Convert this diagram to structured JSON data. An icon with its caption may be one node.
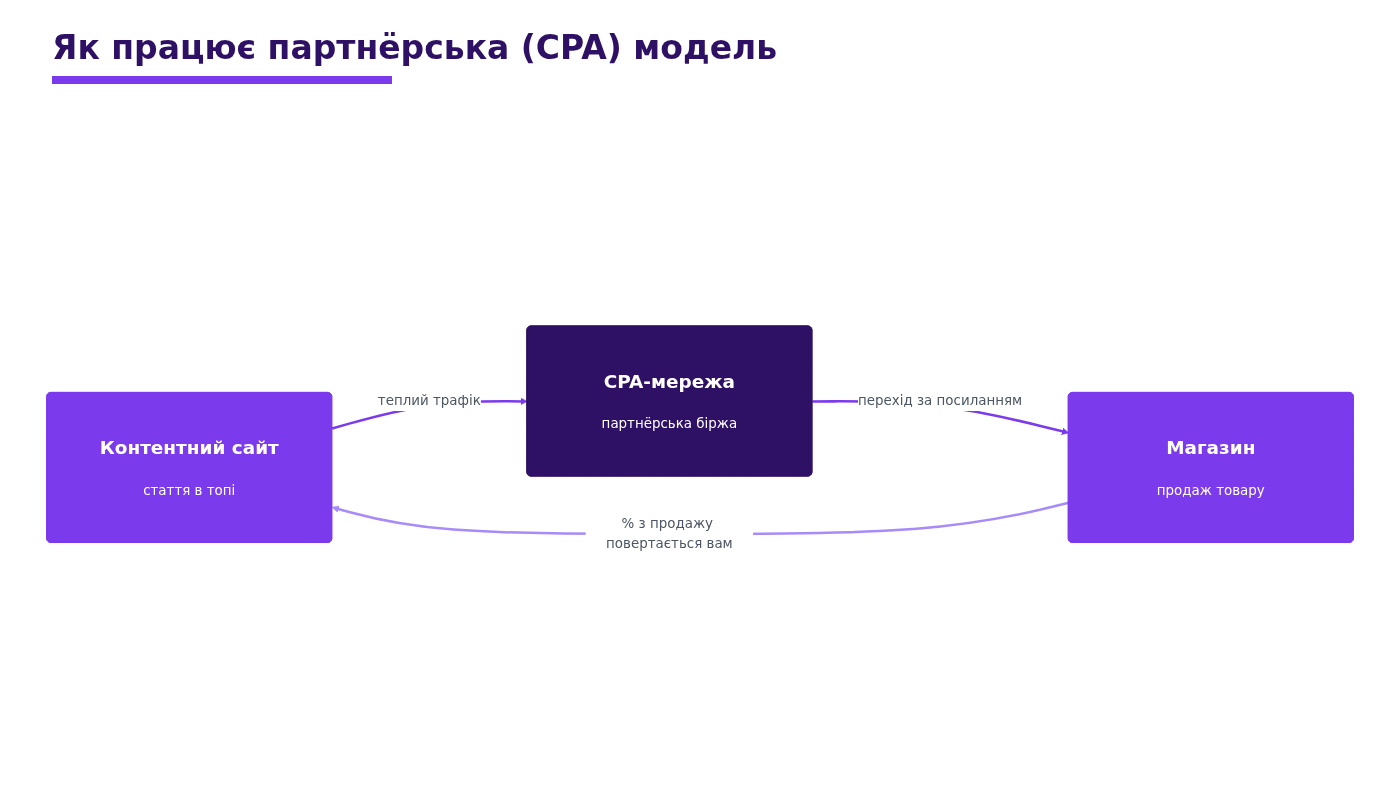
{
  "diagram": {
    "title": "Як працює партнёрська (CPA) модель",
    "nodes": [
      {
        "text": [
          "Контентний сайт",
          "стаття в топі"
        ]
      },
      {
        "text": [
          "CPA-мережа",
          "партнёрська біржа"
        ]
      },
      {
        "text": [
          "Магазин",
          "продаж товару"
        ]
      }
    ],
    "edges": [
      {
        "from": 0,
        "to": 1,
        "arrow": "to",
        "label": "теплий трафік"
      },
      {
        "from": 1,
        "to": 2,
        "arrow": "to",
        "label": "перехід за посиланням"
      },
      {
        "from": 2,
        "to": 0,
        "arrow": "to",
        "label": "% з продажу повертається вам",
        "color": "#a78bfa"
      }
    ]
  }
}
